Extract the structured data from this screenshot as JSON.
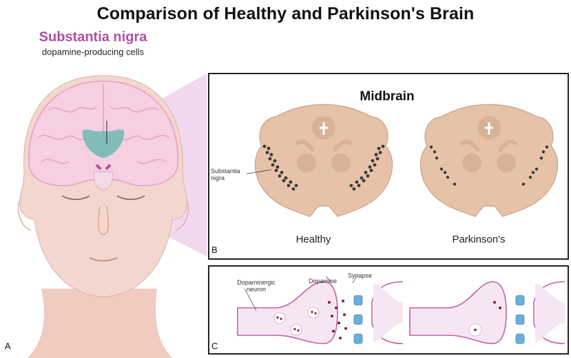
{
  "title": "Comparison of Healthy and Parkinson's Brain",
  "panel_a": {
    "letter": "A",
    "region_title": "Substantia nigra",
    "region_subtitle": "dopamine-producing cells"
  },
  "panel_b": {
    "letter": "B",
    "title": "Midbrain",
    "callout": "Substantia nigra",
    "left_caption": "Healthy",
    "right_caption": "Parkinson's"
  },
  "panel_c": {
    "letter": "C",
    "neuron_label": "Dopaminergic neuron",
    "dopamine_label": "Dopamine",
    "synapse_label": "Synapse"
  },
  "colors": {
    "title_accent": "#b04fa4",
    "skin": "#f3d6cd",
    "brain": "#f6cfe0",
    "midbrain": "#e6c3a8",
    "dopamine_dot": "#8c1722",
    "receptor": "#6ab0d8",
    "neuron_outline": "#c060a8"
  }
}
